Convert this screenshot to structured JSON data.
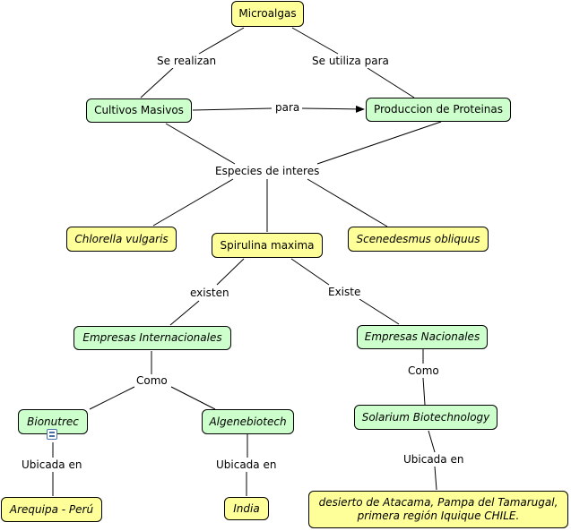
{
  "concepts": {
    "microalgas": "Microalgas",
    "cultivos_masivos": "Cultivos Masivos",
    "produccion_proteinas": "Produccion de Proteinas",
    "chlorella": "Chlorella vulgaris",
    "spirulina": "Spirulina maxima",
    "scenedesmus": "Scenedesmus obliquus",
    "empresas_internacionales": "Empresas Internacionales",
    "empresas_nacionales": "Empresas Nacionales",
    "bionutrec": "Bionutrec",
    "algenebiotech": "Algenebiotech",
    "solarium": "Solarium Biotechnology",
    "arequipa": "Arequipa - Perú",
    "india": "India",
    "desierto_line1": "desierto  de Atacama, Pampa del Tamarugal,",
    "desierto_line2": "primera región Iquique  CHILE."
  },
  "links": {
    "se_realizan": "Se realizan",
    "se_utiliza_para": "Se utiliza para",
    "para": "para",
    "especies_de_interes": "Especies de interes",
    "existen": "existen",
    "existe": "Existe",
    "como_left": "Como",
    "como_right": "Como",
    "ubicada_en_1": "Ubicada en",
    "ubicada_en_2": "Ubicada en",
    "ubicada_en_3": "Ubicada en"
  },
  "icons": {
    "bionutrec_resource": "document-icon"
  },
  "colors": {
    "yellow_node": "#ffff99",
    "green_node": "#ccffcc"
  }
}
